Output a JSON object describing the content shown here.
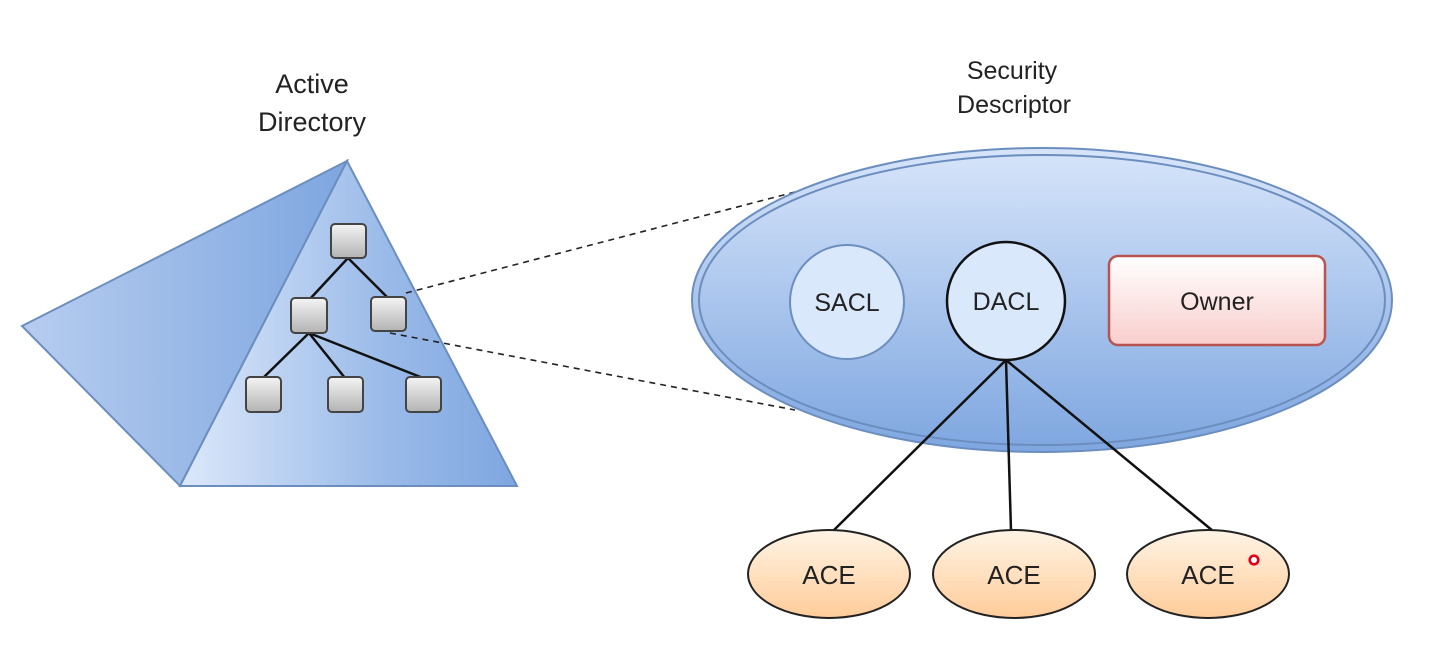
{
  "active_directory": {
    "title_line1": "Active",
    "title_line2": "Directory"
  },
  "security_descriptor": {
    "title_line1": "Security",
    "title_line2": "Descriptor",
    "sacl_label": "SACL",
    "dacl_label": "DACL",
    "owner_label": "Owner"
  },
  "aces": [
    {
      "label": "ACE"
    },
    {
      "label": "ACE"
    },
    {
      "label": "ACE"
    }
  ],
  "colors": {
    "pyramid_fill": "#7ea6e0",
    "pyramid_stroke": "#6c8ebf",
    "ellipse_fill": "#8fb2e6",
    "circle_fill": "#dae8fc",
    "owner_fill": "#f8cecc",
    "owner_stroke": "#b85450",
    "ace_fill": "#ffe6cc",
    "ace_stroke": "#222222",
    "cursor": "#e0001a"
  }
}
